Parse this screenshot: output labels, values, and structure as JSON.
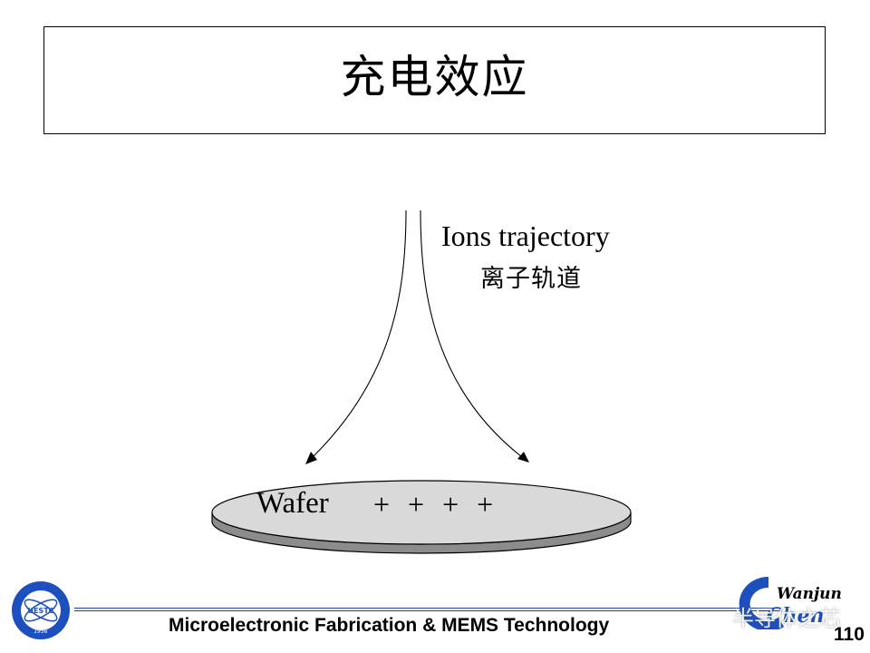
{
  "title": "充电效应",
  "ions_label_en": "Ions trajectory",
  "ions_label_cn": "离子轨道",
  "wafer": {
    "label": "Wafer",
    "charges": "+ + + +"
  },
  "footer": {
    "course": "Microelectronic Fabrication & MEMS Technology",
    "page_number": "110"
  },
  "logo_left": {
    "abbr": "UESTC",
    "year": "1956"
  },
  "logo_right": {
    "text": "Wanjun",
    "letter": "Chen"
  },
  "watermark": "半导体之芯",
  "colors": {
    "accent_blue": "#1d3db5",
    "wafer_top": "#d9d9d9",
    "wafer_edge": "#8c8c8c"
  }
}
